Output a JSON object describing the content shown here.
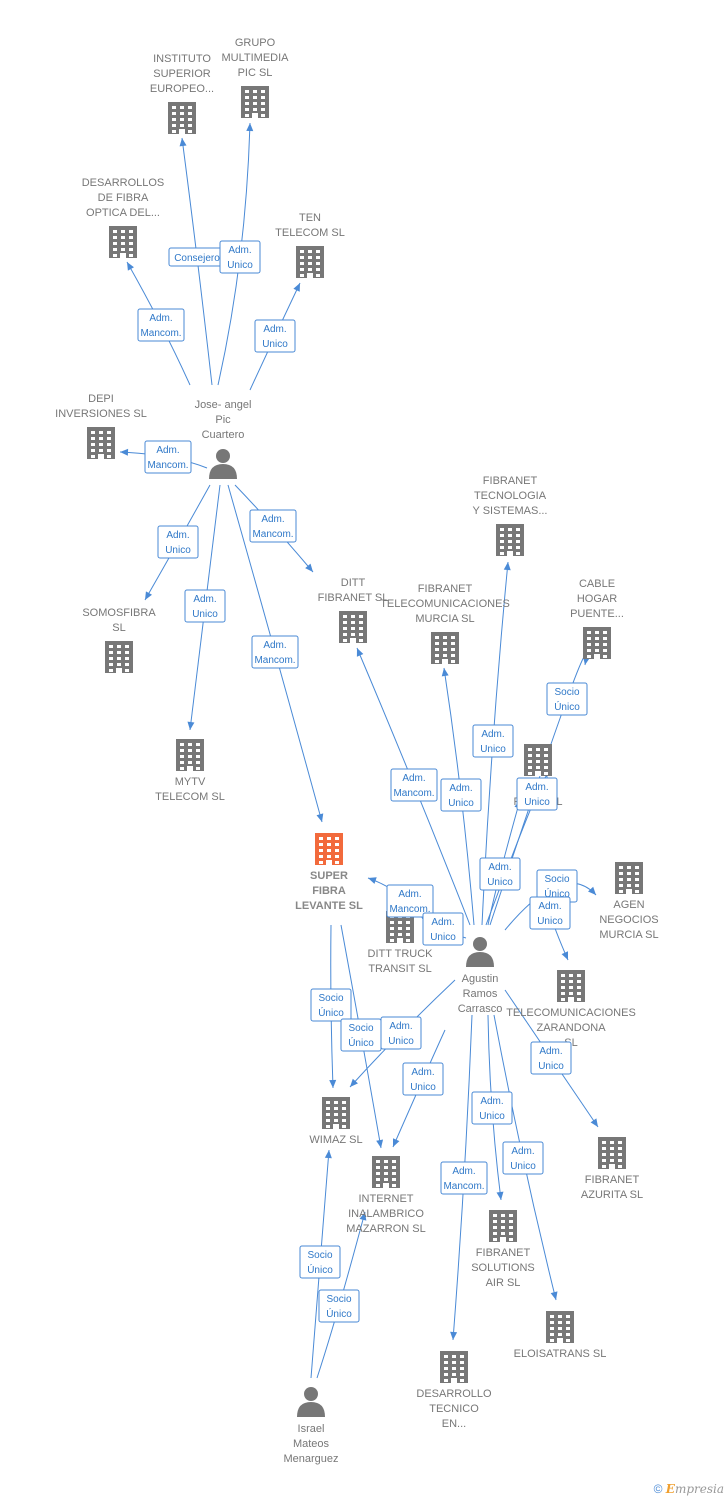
{
  "colors": {
    "edge": "#4a8ad6",
    "node": "#777777",
    "focus": "#f26a3c"
  },
  "footer": {
    "copyright_symbol": "©",
    "brand_initial": "E",
    "brand_rest": "mpresia"
  },
  "nodes": [
    {
      "id": "instituto",
      "type": "company",
      "lines": [
        "INSTITUTO",
        "SUPERIOR",
        "EUROPEO..."
      ]
    },
    {
      "id": "grupo",
      "type": "company",
      "lines": [
        "GRUPO",
        "MULTIMEDIA",
        "PIC  SL"
      ]
    },
    {
      "id": "desarrollos",
      "type": "company",
      "lines": [
        "DESARROLLOS",
        "DE FIBRA",
        "OPTICA DEL..."
      ]
    },
    {
      "id": "ten",
      "type": "company",
      "lines": [
        "TEN",
        "TELECOM  SL"
      ]
    },
    {
      "id": "depi",
      "type": "company",
      "lines": [
        "DEPI",
        "INVERSIONES SL"
      ]
    },
    {
      "id": "jose",
      "type": "person",
      "lines": [
        "Jose- angel",
        "Pic",
        "Cuartero"
      ]
    },
    {
      "id": "somosfibra",
      "type": "company",
      "lines": [
        "SOMOSFIBRA",
        "SL"
      ]
    },
    {
      "id": "mytv",
      "type": "company",
      "lines": [
        "MYTV",
        "TELECOM SL"
      ]
    },
    {
      "id": "ditt_fibranet",
      "type": "company",
      "lines": [
        "DITT",
        "FIBRANET  SL"
      ]
    },
    {
      "id": "fib_tecnologia",
      "type": "company",
      "lines": [
        "FIBRANET",
        "TECNOLOGIA",
        "Y SISTEMAS..."
      ]
    },
    {
      "id": "fib_telecom_murcia",
      "type": "company",
      "lines": [
        "FIBRANET",
        "TELECOMUNICACIONES",
        "MURCIA  SL"
      ]
    },
    {
      "id": "cable_hogar",
      "type": "company",
      "lines": [
        "CABLE",
        "HOGAR",
        "PUENTE..."
      ]
    },
    {
      "id": "m_fiber",
      "type": "company",
      "lines": [
        "M...",
        "FIBER  SL"
      ]
    },
    {
      "id": "super_fibra",
      "type": "company",
      "focus": true,
      "lines": [
        "SUPER",
        "FIBRA",
        "LEVANTE  SL"
      ]
    },
    {
      "id": "ditt_truck",
      "type": "company",
      "lines": [
        "DITT TRUCK",
        "TRANSIT  SL"
      ]
    },
    {
      "id": "agen",
      "type": "company",
      "lines": [
        "AGEN",
        "NEGOCIOS",
        "MURCIA  SL"
      ]
    },
    {
      "id": "agustin",
      "type": "person",
      "lines": [
        "Agustin",
        "Ramos",
        "Carrasco"
      ]
    },
    {
      "id": "zarandona",
      "type": "company",
      "lines": [
        "TELECOMUNICACIONES",
        "ZARANDONA",
        "SL"
      ]
    },
    {
      "id": "wimaz",
      "type": "company",
      "lines": [
        "WIMAZ SL"
      ]
    },
    {
      "id": "inalambrico",
      "type": "company",
      "lines": [
        "INTERNET",
        "INALAMBRICO",
        "MAZARRON  SL"
      ]
    },
    {
      "id": "azurita",
      "type": "company",
      "lines": [
        "FIBRANET",
        "AZURITA  SL"
      ]
    },
    {
      "id": "solutions",
      "type": "company",
      "lines": [
        "FIBRANET",
        "SOLUTIONS",
        "AIR  SL"
      ]
    },
    {
      "id": "eloisatrans",
      "type": "company",
      "lines": [
        "ELOISATRANS SL"
      ]
    },
    {
      "id": "desarrollo_tec",
      "type": "company",
      "lines": [
        "DESARROLLO",
        "TECNICO",
        "EN..."
      ]
    },
    {
      "id": "israel",
      "type": "person",
      "lines": [
        "Israel",
        "Mateos",
        "Menarguez"
      ]
    }
  ],
  "edges": [
    {
      "from": "jose",
      "to": "instituto",
      "label": [
        "Consejero"
      ]
    },
    {
      "from": "jose",
      "to": "grupo",
      "label": [
        "Adm.",
        "Unico"
      ]
    },
    {
      "from": "jose",
      "to": "desarrollos",
      "label": [
        "Adm.",
        "Mancom."
      ]
    },
    {
      "from": "jose",
      "to": "ten",
      "label": [
        "Adm.",
        "Unico"
      ]
    },
    {
      "from": "jose",
      "to": "depi",
      "label": [
        "Adm.",
        "Mancom."
      ]
    },
    {
      "from": "jose",
      "to": "somosfibra",
      "label": [
        "Adm.",
        "Unico"
      ]
    },
    {
      "from": "jose",
      "to": "mytv",
      "label": [
        "Adm.",
        "Unico"
      ]
    },
    {
      "from": "jose",
      "to": "ditt_fibranet",
      "label": [
        "Adm.",
        "Mancom."
      ]
    },
    {
      "from": "jose",
      "to": "super_fibra",
      "label": [
        "Adm.",
        "Mancom."
      ]
    },
    {
      "from": "agustin",
      "to": "ditt_fibranet",
      "label": [
        "Adm.",
        "Mancom."
      ]
    },
    {
      "from": "agustin",
      "to": "fib_telecom_murcia",
      "label": [
        "Adm.",
        "Unico"
      ]
    },
    {
      "from": "agustin",
      "to": "fib_tecnologia",
      "label": [
        "Adm.",
        "Unico"
      ]
    },
    {
      "from": "agustin",
      "to": "cable_hogar",
      "label": [
        "Socio",
        "Único"
      ]
    },
    {
      "from": "agustin",
      "to": "m_fiber",
      "label": [
        "Adm.",
        "Unico"
      ]
    },
    {
      "from": "agustin",
      "to": "m_fiber",
      "label": [
        "Adm.",
        "Unico"
      ]
    },
    {
      "from": "agustin",
      "to": "super_fibra",
      "label": [
        "Adm.",
        "Mancom."
      ]
    },
    {
      "from": "agustin",
      "to": "ditt_truck",
      "label": [
        "Adm.",
        "Unico"
      ]
    },
    {
      "from": "agustin",
      "to": "agen",
      "label": [
        "Socio",
        "Único"
      ]
    },
    {
      "from": "agustin",
      "to": "zarandona",
      "label": [
        "Adm.",
        "Unico"
      ]
    },
    {
      "from": "agustin",
      "to": "wimaz",
      "label": [
        "Adm.",
        "Unico"
      ]
    },
    {
      "from": "agustin",
      "to": "inalambrico",
      "label": [
        "Adm.",
        "Unico"
      ]
    },
    {
      "from": "agustin",
      "to": "azurita",
      "label": [
        "Adm.",
        "Unico"
      ]
    },
    {
      "from": "agustin",
      "to": "solutions",
      "label": [
        "Adm.",
        "Unico"
      ]
    },
    {
      "from": "agustin",
      "to": "eloisatrans",
      "label": [
        "Adm.",
        "Unico"
      ]
    },
    {
      "from": "agustin",
      "to": "desarrollo_tec",
      "label": [
        "Adm.",
        "Mancom."
      ]
    },
    {
      "from": "super_fibra",
      "to": "wimaz",
      "label": [
        "Socio",
        "Único"
      ]
    },
    {
      "from": "super_fibra",
      "to": "inalambrico",
      "label": [
        "Socio",
        "Único"
      ]
    },
    {
      "from": "israel",
      "to": "wimaz",
      "label": [
        "Socio",
        "Único"
      ]
    },
    {
      "from": "israel",
      "to": "inalambrico",
      "label": [
        "Socio",
        "Único"
      ]
    }
  ]
}
